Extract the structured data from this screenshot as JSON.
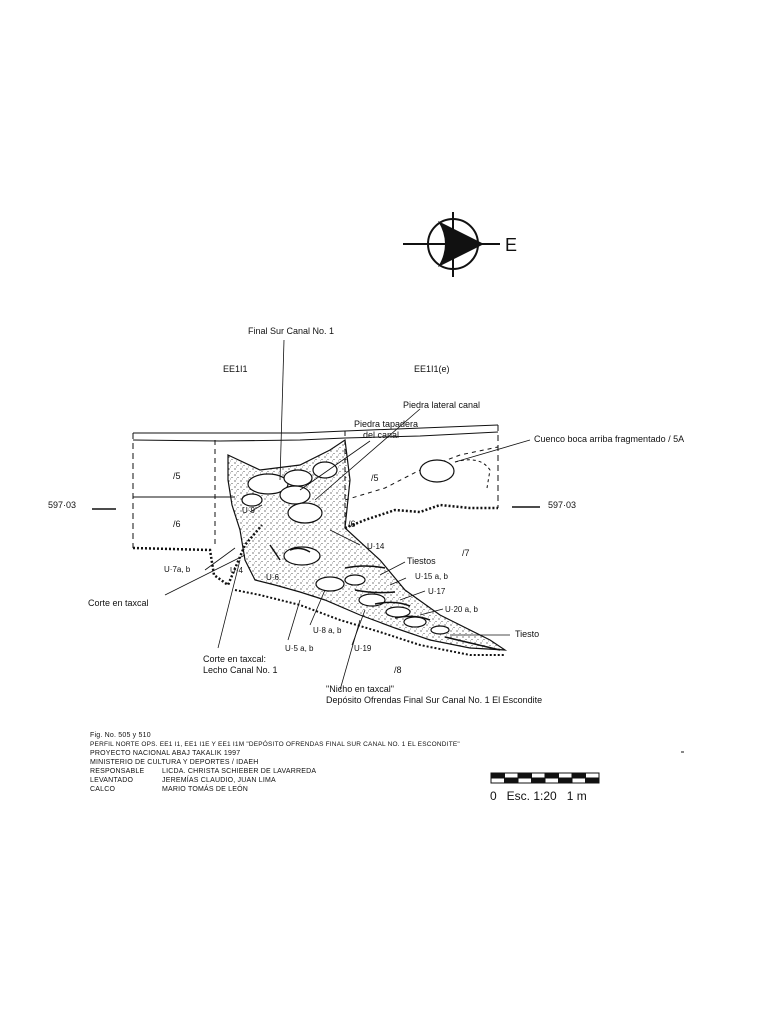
{
  "north_arrow": {
    "direction": "E"
  },
  "grid_labels": {
    "left": "EE1I1",
    "right": "EE1I1(e)"
  },
  "elevation": {
    "left": "597·03",
    "right": "597·03"
  },
  "strata": {
    "s5a": "/5",
    "s5b": "/5",
    "s6a": "/6",
    "s6b": "/6",
    "s7": "/7",
    "s8": "/8"
  },
  "units": {
    "u9": "U·9",
    "u4": "U·4",
    "u6": "U·6",
    "u7": "U·7a, b",
    "u14": "U·14",
    "u15": "U·15 a, b",
    "u17": "U·17",
    "u20": "U·20 a, b",
    "u8": "U·8 a, b",
    "u5": "U·5 a, b",
    "u19": "U·19"
  },
  "annotations": {
    "final_sur": "Final Sur Canal No. 1",
    "piedra_lateral": "Piedra lateral canal",
    "piedra_tapadera_1": "Piedra tapadera",
    "piedra_tapadera_2": "del canal",
    "cuenco": "Cuenco boca arriba fragmentado / 5A",
    "tiestos": "Tiestos",
    "tiesto": "Tiesto",
    "corte_taxcal": "Corte en taxcal",
    "corte_lecho_1": "Corte en taxcal:",
    "corte_lecho_2": "Lecho Canal No. 1",
    "nicho": "\"Nicho en taxcal\"",
    "deposito": "Depósito Ofrendas Final Sur Canal No. 1 El Escondite"
  },
  "caption": {
    "fig": "Fig. No. 505 y 510",
    "perfil": "Perfil norte OPS. EE1 I1, EE1 I1e y EE1 I1m \"Depósito Ofrendas Final Sur Canal No. 1 El Escondite\"",
    "proyecto": "Proyecto Nacional Abaj Takalik 1997",
    "ministerio": "Ministerio de Cultura y Deportes / IDAEH",
    "rows": [
      {
        "key": "Responsable",
        "value": "Licda. Christa Schieber de Lavarreda"
      },
      {
        "key": "Levantado",
        "value": "Jeremías Claudio, Juan Lima"
      },
      {
        "key": "Calco",
        "value": "Mario Tomás De León"
      }
    ]
  },
  "scale": {
    "label": "0   Esc. 1:20   1 m"
  }
}
